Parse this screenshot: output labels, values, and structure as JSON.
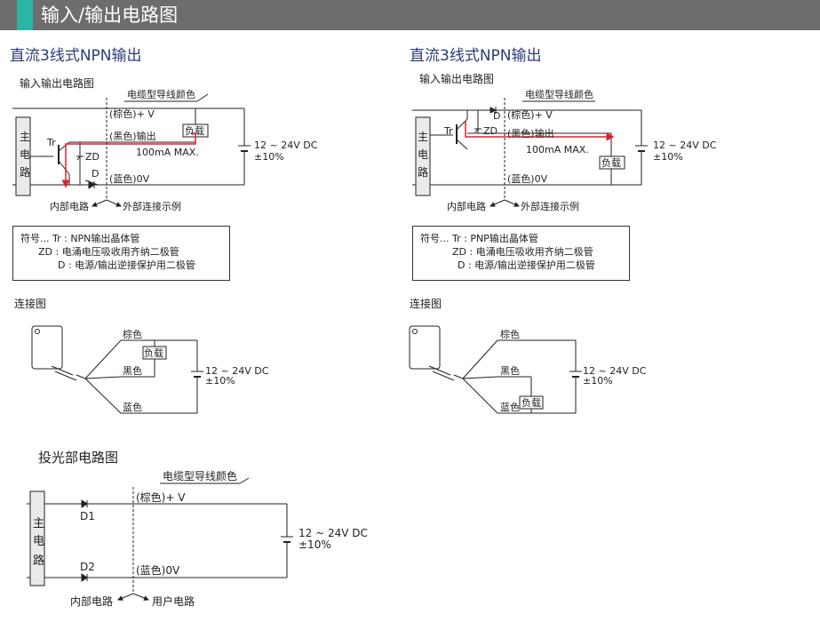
{
  "header": {
    "title": "输入/输出电路图"
  },
  "left": {
    "section_title": "直流3线式NPN输出",
    "circuit_title": "输入输出电路图",
    "cable_color_label": "电缆型导线颜色",
    "main_circuit": [
      "主",
      "电",
      "路"
    ],
    "brown_label": "(棕色)+ V",
    "black_label": "(黑色)输出",
    "blue_label": "(蓝色)0V",
    "max_current": "100mA MAX.",
    "load": "负载",
    "tr": "Tr",
    "zd": "ZD",
    "d": "D",
    "supply": "12 ~ 24V DC",
    "tolerance": "±10%",
    "internal": "内部电路",
    "external": "外部连接示例",
    "legend": {
      "prefix": "符号...",
      "line1": "Tr : NPN输出晶体管",
      "line2": "ZD : 电涌电压吸收用齐纳二极管",
      "line3": "D : 电源/输出逆接保护用二极管"
    },
    "connection_title": "连接图",
    "conn_brown": "棕色",
    "conn_black": "黑色",
    "conn_blue": "蓝色"
  },
  "right": {
    "section_title": "直流3线式NPN输出",
    "circuit_title": "输入输出电路图",
    "cable_color_label": "电缆型导线颜色",
    "main_circuit": [
      "主",
      "电",
      "路"
    ],
    "brown_label": "(棕色)+ V",
    "black_label": "(黑色)输出",
    "blue_label": "(蓝色)0V",
    "max_current": "100mA MAX.",
    "load": "负载",
    "tr": "Tr",
    "zd": "ZD",
    "d": "D",
    "supply": "12 ~ 24V DC",
    "tolerance": "±10%",
    "internal": "内部电路",
    "external": "外部连接示例",
    "legend": {
      "prefix": "符号...",
      "line1": "Tr : PNP输出晶体管",
      "line2": "ZD : 电涌电压吸收用齐纳二极管",
      "line3": "D : 电源/输出逆接保护用二极管"
    },
    "connection_title": "连接图",
    "conn_brown": "棕色",
    "conn_black": "黑色",
    "conn_blue": "蓝色"
  },
  "emitter": {
    "title": "投光部电路图",
    "cable_color_label": "电缆型导线颜色",
    "main_circuit": [
      "主",
      "电",
      "路"
    ],
    "brown_label": "(棕色)+ V",
    "blue_label": "(蓝色)0V",
    "d1": "D1",
    "d2": "D2",
    "supply": "12 ~ 24V DC",
    "tolerance": "±10%",
    "internal": "内部电路",
    "user": "用户电路"
  },
  "colors": {
    "header_bg": "#6d6d6d",
    "header_accent": "#2bb5a5",
    "section_title": "#2b3c7a",
    "current_path": "#e0202c"
  }
}
